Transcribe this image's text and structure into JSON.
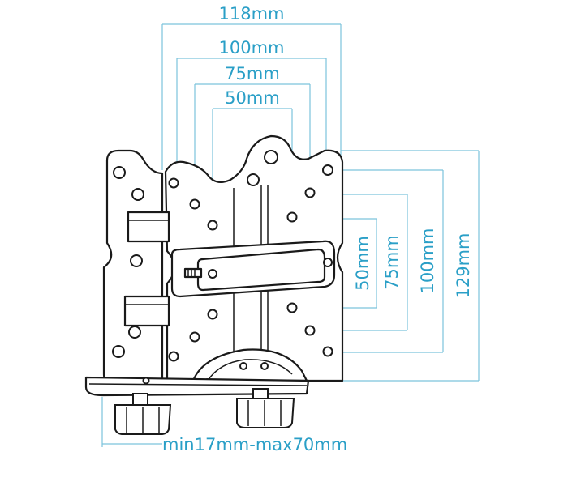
{
  "labels": {
    "w118": "118mm",
    "w100": "100mm",
    "w75": "75mm",
    "w50": "50mm",
    "h50": "50mm",
    "h75": "75mm",
    "h100": "100mm",
    "h129": "129mm",
    "clamp_range": "min17mm-max70mm"
  },
  "colors": {
    "dimension": "#2a9fc7",
    "outline": "#1a1a1a"
  }
}
